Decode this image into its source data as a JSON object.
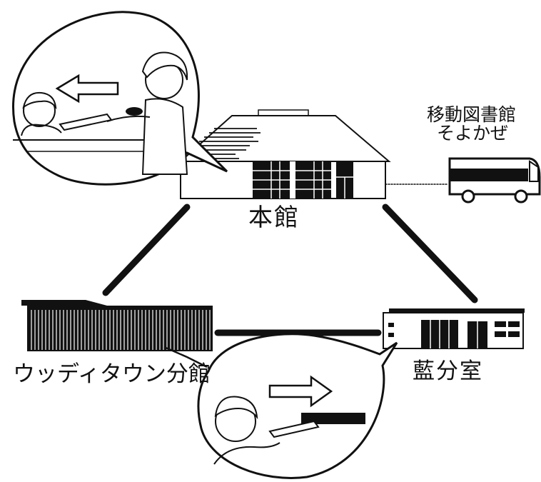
{
  "labels": {
    "main_library": "本館",
    "mobile_library_line1": "移動図書館",
    "mobile_library_line2": "そよかぜ",
    "woody_town_branch": "ウッディタウン分館",
    "ai_branch_room": "藍分室"
  },
  "colors": {
    "ink": "#111111",
    "background": "#ffffff"
  },
  "icons": {
    "lending_arrow": "arrow-left-icon",
    "return_arrow": "arrow-right-icon"
  }
}
